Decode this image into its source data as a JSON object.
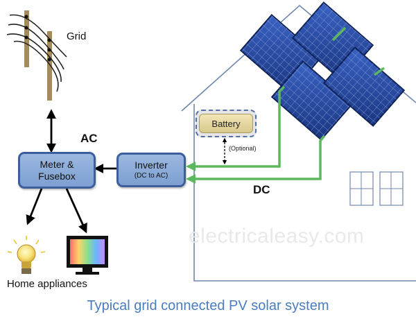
{
  "labels": {
    "grid": "Grid",
    "ac": "AC",
    "dc": "DC",
    "meter_line1": "Meter &",
    "meter_line2": "Fusebox",
    "inverter_line1": "Inverter",
    "inverter_line2": "(DC to AC)",
    "battery": "Battery",
    "optional": "(Optional)",
    "home_appliances": "Home appliances",
    "watermark": "electricaleasy.com",
    "caption": "Typical grid connected PV solar system"
  },
  "colors": {
    "box_fill": "#8aaad8",
    "box_border": "#3c5f9c",
    "solar_panel": "#1f3f8f",
    "dc_wire": "#5cb85c",
    "caption": "#4a7cc0",
    "arrow": "#000000",
    "battery_fill": "#e8dba4"
  },
  "icons": [
    "utility-pole-icon",
    "light-bulb-icon",
    "monitor-icon",
    "solar-panel-icon",
    "house-outline-icon"
  ]
}
